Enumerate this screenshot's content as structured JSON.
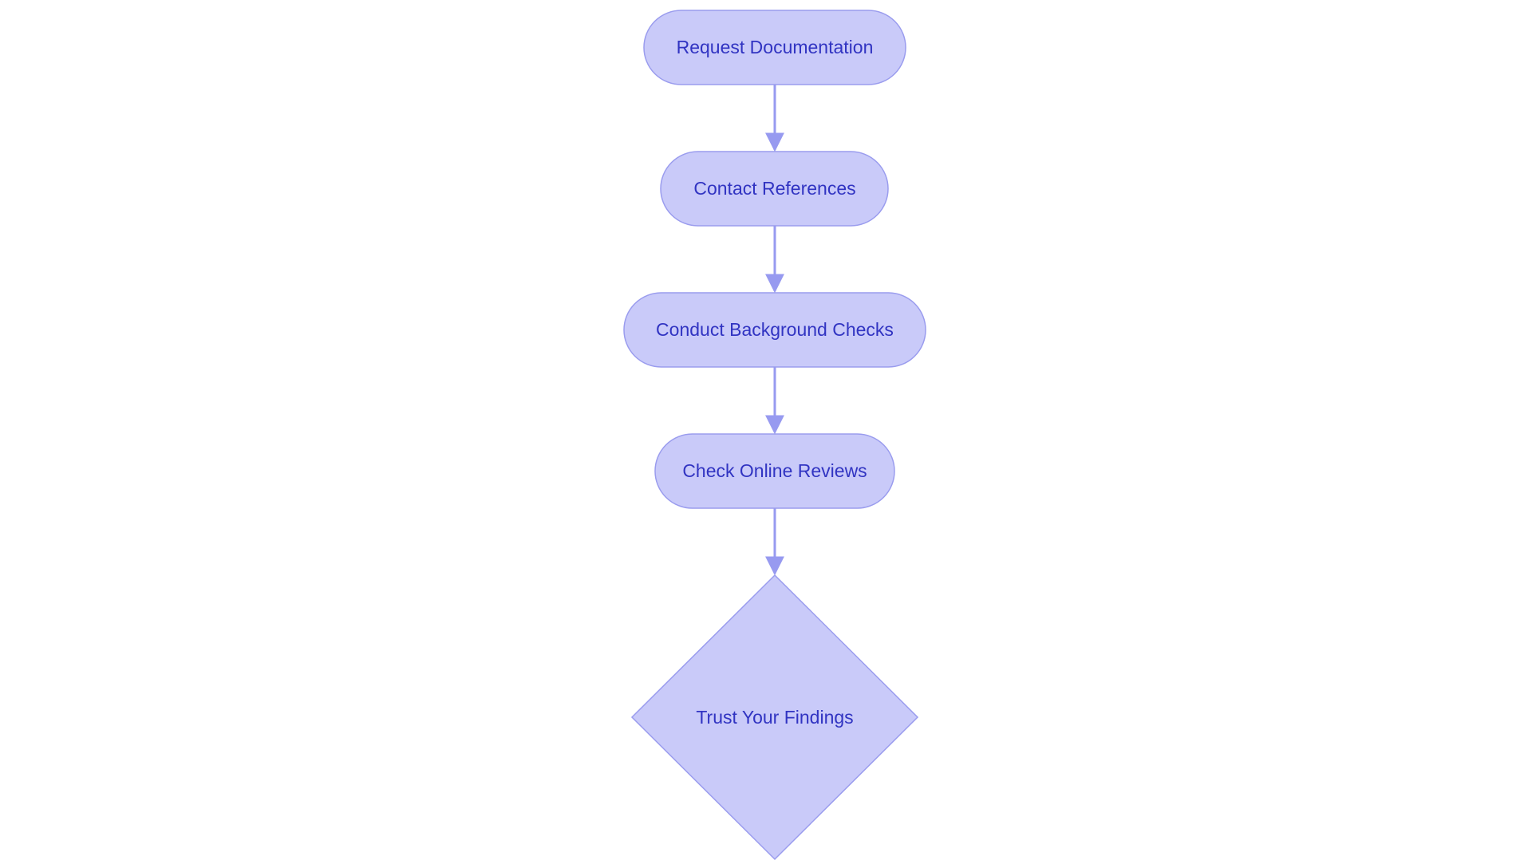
{
  "colors": {
    "node_fill": "#c9caf9",
    "node_stroke": "#9a9cee",
    "edge": "#979af0",
    "text": "#3134c2",
    "background": "#ffffff"
  },
  "diagram": {
    "type": "flowchart",
    "direction": "top-to-bottom",
    "nodes": [
      {
        "id": "request-documentation",
        "shape": "stadium",
        "label": "Request Documentation"
      },
      {
        "id": "contact-references",
        "shape": "stadium",
        "label": "Contact References"
      },
      {
        "id": "conduct-background-checks",
        "shape": "stadium",
        "label": "Conduct Background Checks"
      },
      {
        "id": "check-online-reviews",
        "shape": "stadium",
        "label": "Check Online Reviews"
      },
      {
        "id": "trust-your-findings",
        "shape": "diamond",
        "label": "Trust Your Findings"
      }
    ],
    "edges": [
      {
        "from": "request-documentation",
        "to": "contact-references"
      },
      {
        "from": "contact-references",
        "to": "conduct-background-checks"
      },
      {
        "from": "conduct-background-checks",
        "to": "check-online-reviews"
      },
      {
        "from": "check-online-reviews",
        "to": "trust-your-findings"
      }
    ]
  }
}
